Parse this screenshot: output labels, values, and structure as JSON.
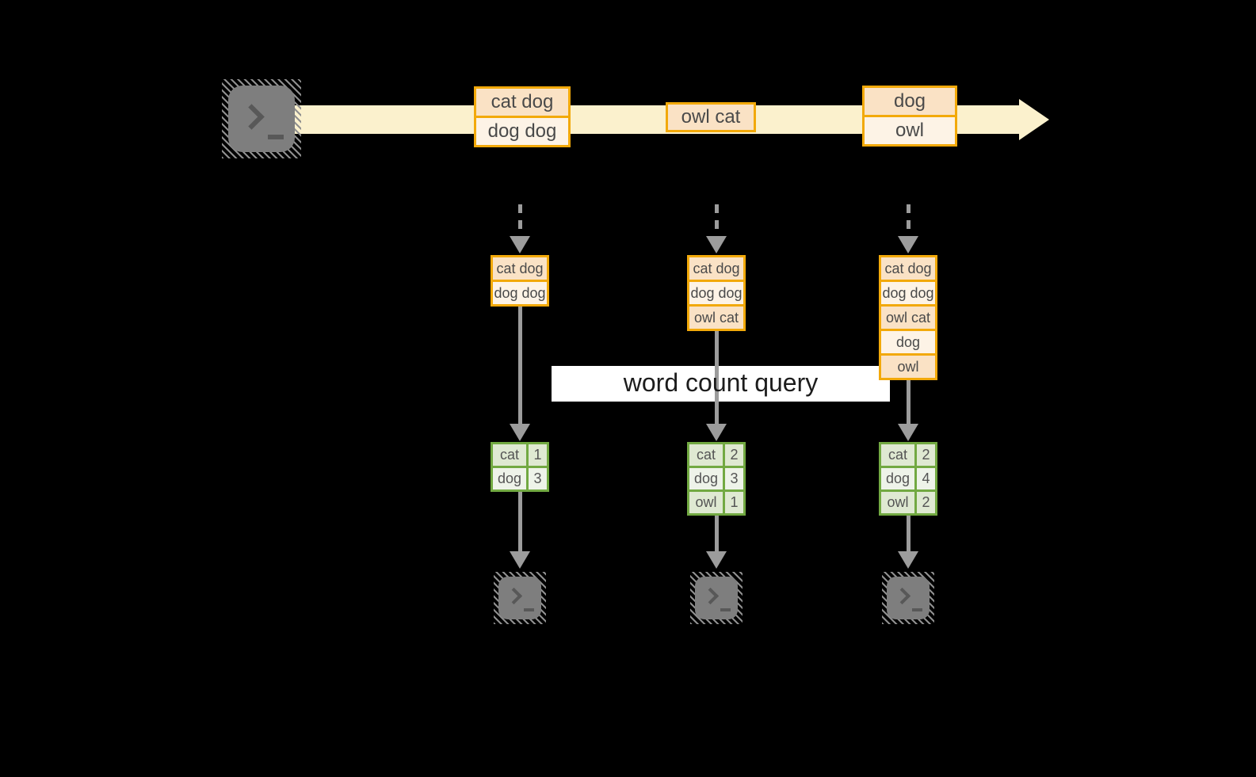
{
  "diagram": {
    "query_label": "word count query"
  },
  "stream": {
    "batches": [
      {
        "rows": [
          "cat dog",
          "dog dog"
        ]
      },
      {
        "rows": [
          "owl cat"
        ]
      },
      {
        "rows": [
          "dog",
          "owl"
        ]
      }
    ]
  },
  "columns": [
    {
      "micro_batch": [
        "cat dog",
        "dog dog"
      ],
      "counts": [
        {
          "word": "cat",
          "count": "1"
        },
        {
          "word": "dog",
          "count": "3"
        }
      ]
    },
    {
      "micro_batch": [
        "cat dog",
        "dog dog",
        "owl cat"
      ],
      "counts": [
        {
          "word": "cat",
          "count": "2"
        },
        {
          "word": "dog",
          "count": "3"
        },
        {
          "word": "owl",
          "count": "1"
        }
      ]
    },
    {
      "micro_batch": [
        "cat dog",
        "dog dog",
        "owl cat",
        "dog",
        "owl"
      ],
      "counts": [
        {
          "word": "cat",
          "count": "2"
        },
        {
          "word": "dog",
          "count": "4"
        },
        {
          "word": "owl",
          "count": "2"
        }
      ]
    }
  ],
  "icons": {
    "source": "terminal-icon",
    "sinks": [
      "terminal-icon",
      "terminal-icon",
      "terminal-icon"
    ]
  },
  "colors": {
    "background": "#000000",
    "stream_band": "#FBF1CD",
    "box_border": "#F2A90A",
    "box_fill_dark": "#FAE2C5",
    "box_fill_light": "#FDF3E6",
    "table_border": "#72A942",
    "table_fill_dark": "#DFE9D2",
    "table_fill_light": "#EEF3E9",
    "arrow_gray": "#9C9C9C",
    "banner_bg": "#FFFFFF",
    "banner_text": "#1C1C1C"
  }
}
